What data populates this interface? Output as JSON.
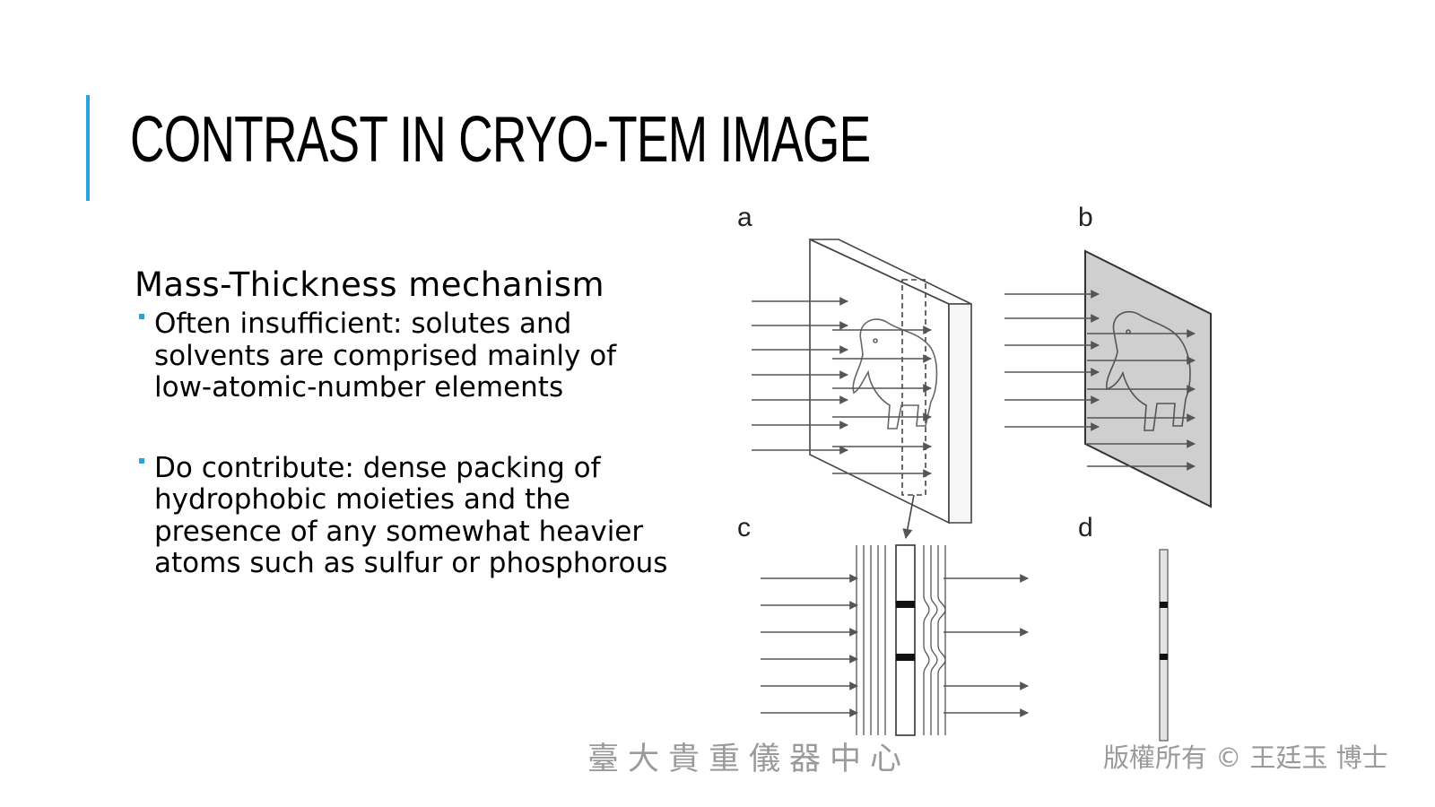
{
  "slide": {
    "title": "CONTRAST IN CRYO-TEM IMAGE",
    "subheading": "Mass-Thickness mechanism",
    "bullets": [
      {
        "text": "Often insufficient: solutes and solvents are comprised mainly of low-atomic-number elements"
      },
      {
        "text": "Do contribute:  dense packing of hydrophobic moieties and the presence of any somewhat heavier atoms such as sulfur or phosphorous"
      }
    ]
  },
  "figure": {
    "panel_labels": {
      "a": "a",
      "b": "b",
      "c": "c",
      "d": "d"
    }
  },
  "watermarks": {
    "left": "臺大貴重儀器中心",
    "right": "版權所有 © 王廷玉 博士"
  },
  "colors": {
    "accent": "#2aa3dc",
    "watermark": "#9a9a9a",
    "plate_gray": "#cfcfcf"
  }
}
